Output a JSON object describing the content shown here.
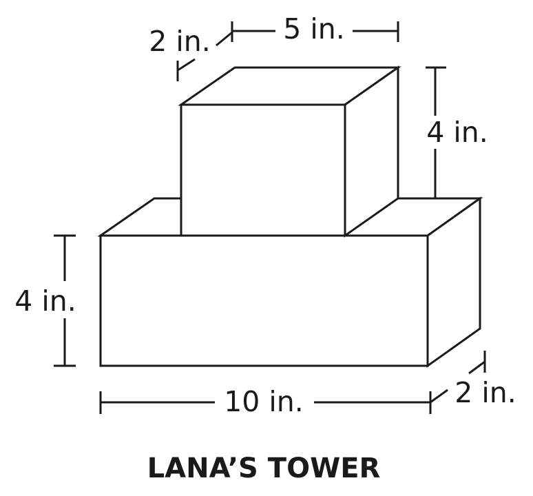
{
  "figure": {
    "caption": "LANA’S TOWER",
    "top_prism": {
      "width_label": "5 in.",
      "depth_label": "2 in.",
      "height_label": "4 in."
    },
    "bottom_prism": {
      "width_label": "10 in.",
      "depth_label": "2 in.",
      "height_label": "4 in."
    }
  }
}
